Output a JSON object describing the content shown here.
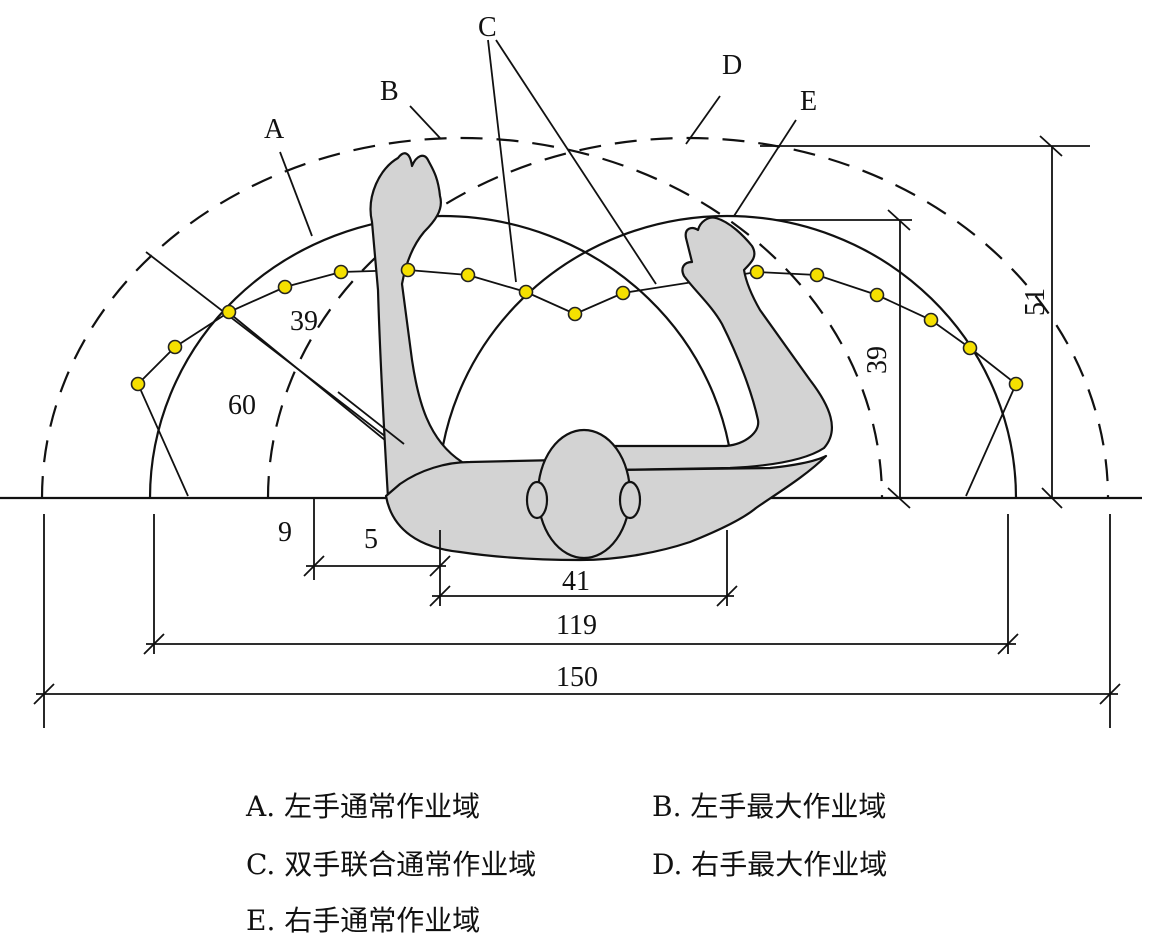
{
  "letters": {
    "a": "A",
    "b": "B",
    "c": "C",
    "d": "D",
    "e": "E"
  },
  "dimensions": {
    "d39_left": "39",
    "d60": "60",
    "d9": "9",
    "d5": "5",
    "d41": "41",
    "d119": "119",
    "d150": "150",
    "d39_right": "39",
    "d51": "51"
  },
  "legend": {
    "a": "A. 左手通常作业域",
    "b": "B. 左手最大作业域",
    "c": "C. 双手联合通常作业域",
    "d": "D. 右手最大作业域",
    "e": "E. 右手通常作业域"
  },
  "colors": {
    "body": "#d3d3d3",
    "dot": "#f5e000",
    "ink": "#111111"
  }
}
